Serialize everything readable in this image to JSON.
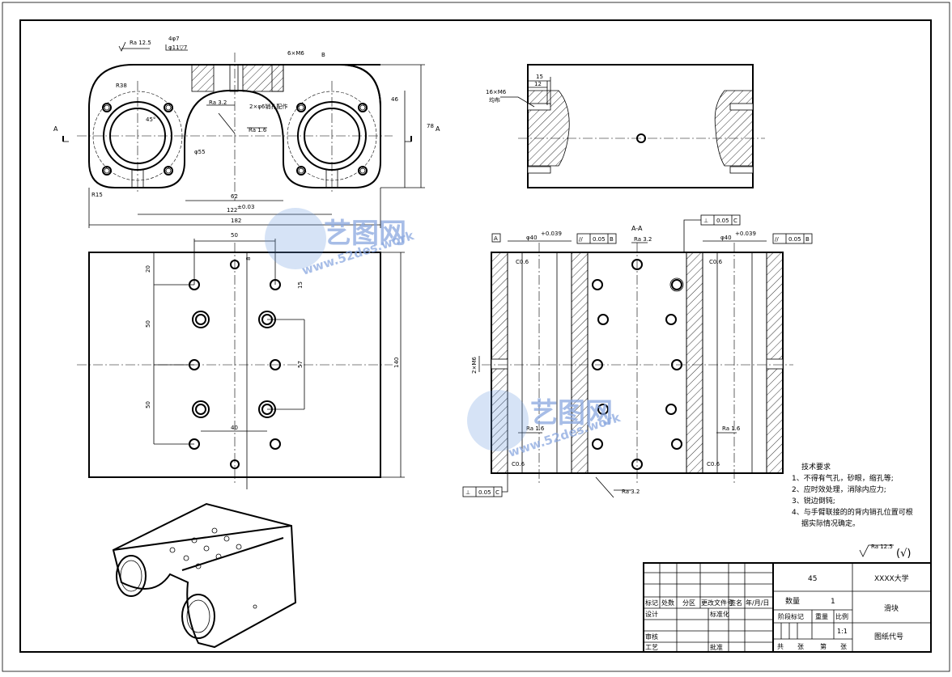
{
  "dimensions": {
    "ra125": "Ra 12.5",
    "holes4": "4φ7",
    "cbore": "φ11▽7",
    "m6": "6×M6",
    "datumB": "B",
    "ra32": "Ra 3.2",
    "pinHoles": "2×φ6销孔配作",
    "ra16": "Ra 1.6",
    "dia55": "φ55",
    "r38": "R38",
    "r15": "R15",
    "d62": "62",
    "d122": "122",
    "d122tol": "±0.03",
    "d182": "182",
    "d78": "78",
    "d46": "46",
    "angle45": "45°",
    "secA": "A",
    "d50top": "50",
    "d20": "20",
    "d50a": "50",
    "d50b": "50",
    "d40": "40",
    "d8": "8",
    "d15": "15",
    "d57": "57",
    "d140": "140",
    "d15s": "15",
    "d12": "12",
    "m16": "16×M6",
    "evenly": "均布",
    "secAA": "A-A",
    "phi40": "φ40",
    "tol40": "+0.039",
    "par": "//",
    "tol005": "0.05",
    "datumBref": "B",
    "datumC": "C",
    "perp": "⊥",
    "c06": "C0.6",
    "m16v": "2×M6",
    "boxA": "A"
  },
  "notes": {
    "title": "技术要求",
    "items": [
      "1、不得有气孔，砂眼，缩孔等;",
      "2、应时效处理，消除内应力;",
      "3、锐边倒钝;",
      "4、与手臂联接的的背内销孔位置可根",
      "据实际情况确定。"
    ],
    "roughness": "Ra 12.5",
    "roughnessCheck": "(√)"
  },
  "titleBlock": {
    "material": "45",
    "school": "XXXX大学",
    "partName": "滑块",
    "drawingNo": "图纸代号",
    "qty": "数量",
    "qtyVal": "1",
    "stageMark": "阶段标记",
    "weight": "重量",
    "scale": "比例",
    "scaleVal": "1:1",
    "mark": "标记",
    "zone": "处数",
    "division": "分区",
    "changeDoc": "更改文件号",
    "sign": "签名",
    "date": "年/月/日",
    "design": "设计",
    "standard": "标准化",
    "review": "审核",
    "process": "工艺",
    "approve": "批准",
    "total": "共",
    "sheets": "张",
    "page": "第",
    "sheetsB": "张"
  },
  "watermark": {
    "brand": "艺图网",
    "url": "www.52des.work"
  }
}
